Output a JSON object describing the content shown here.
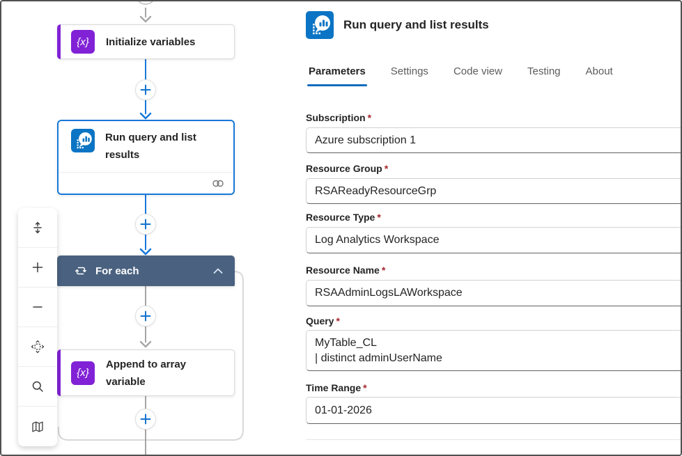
{
  "icons": {
    "variable_glyph": "{x}"
  },
  "required_marker": "*",
  "canvas": {
    "nodes": {
      "initialize_variables": {
        "label": "Initialize variables"
      },
      "run_query": {
        "label": "Run query and list results"
      },
      "for_each": {
        "label": "For each"
      },
      "append_to_array": {
        "label": "Append to array variable"
      }
    }
  },
  "panel": {
    "title": "Run query and list results",
    "tabs": [
      {
        "label": "Parameters",
        "active": true
      },
      {
        "label": "Settings",
        "active": false
      },
      {
        "label": "Code view",
        "active": false
      },
      {
        "label": "Testing",
        "active": false
      },
      {
        "label": "About",
        "active": false
      }
    ],
    "fields": [
      {
        "label": "Subscription",
        "required": true,
        "value": "Azure subscription 1"
      },
      {
        "label": "Resource Group",
        "required": true,
        "value": "RSAReadyResourceGrp"
      },
      {
        "label": "Resource Type",
        "required": true,
        "value": "Log Analytics Workspace"
      },
      {
        "label": "Resource Name",
        "required": true,
        "value": "RSAAdminLogsLAWorkspace"
      },
      {
        "label": "Query",
        "required": true,
        "value": "MyTable_CL\n| distinct adminUserName"
      },
      {
        "label": "Time Range",
        "required": true,
        "value": "01-01-2026"
      }
    ]
  },
  "colors": {
    "edge_blue": "#1778d9",
    "edge_gray": "#a6a6a6",
    "node_purple": "#8122d6",
    "connector_blue": "#0b74c4",
    "for_each_header": "#4a6280",
    "selected_border": "#1778d9",
    "tab_underline": "#0f6cbd",
    "required_red": "#a4262c"
  }
}
